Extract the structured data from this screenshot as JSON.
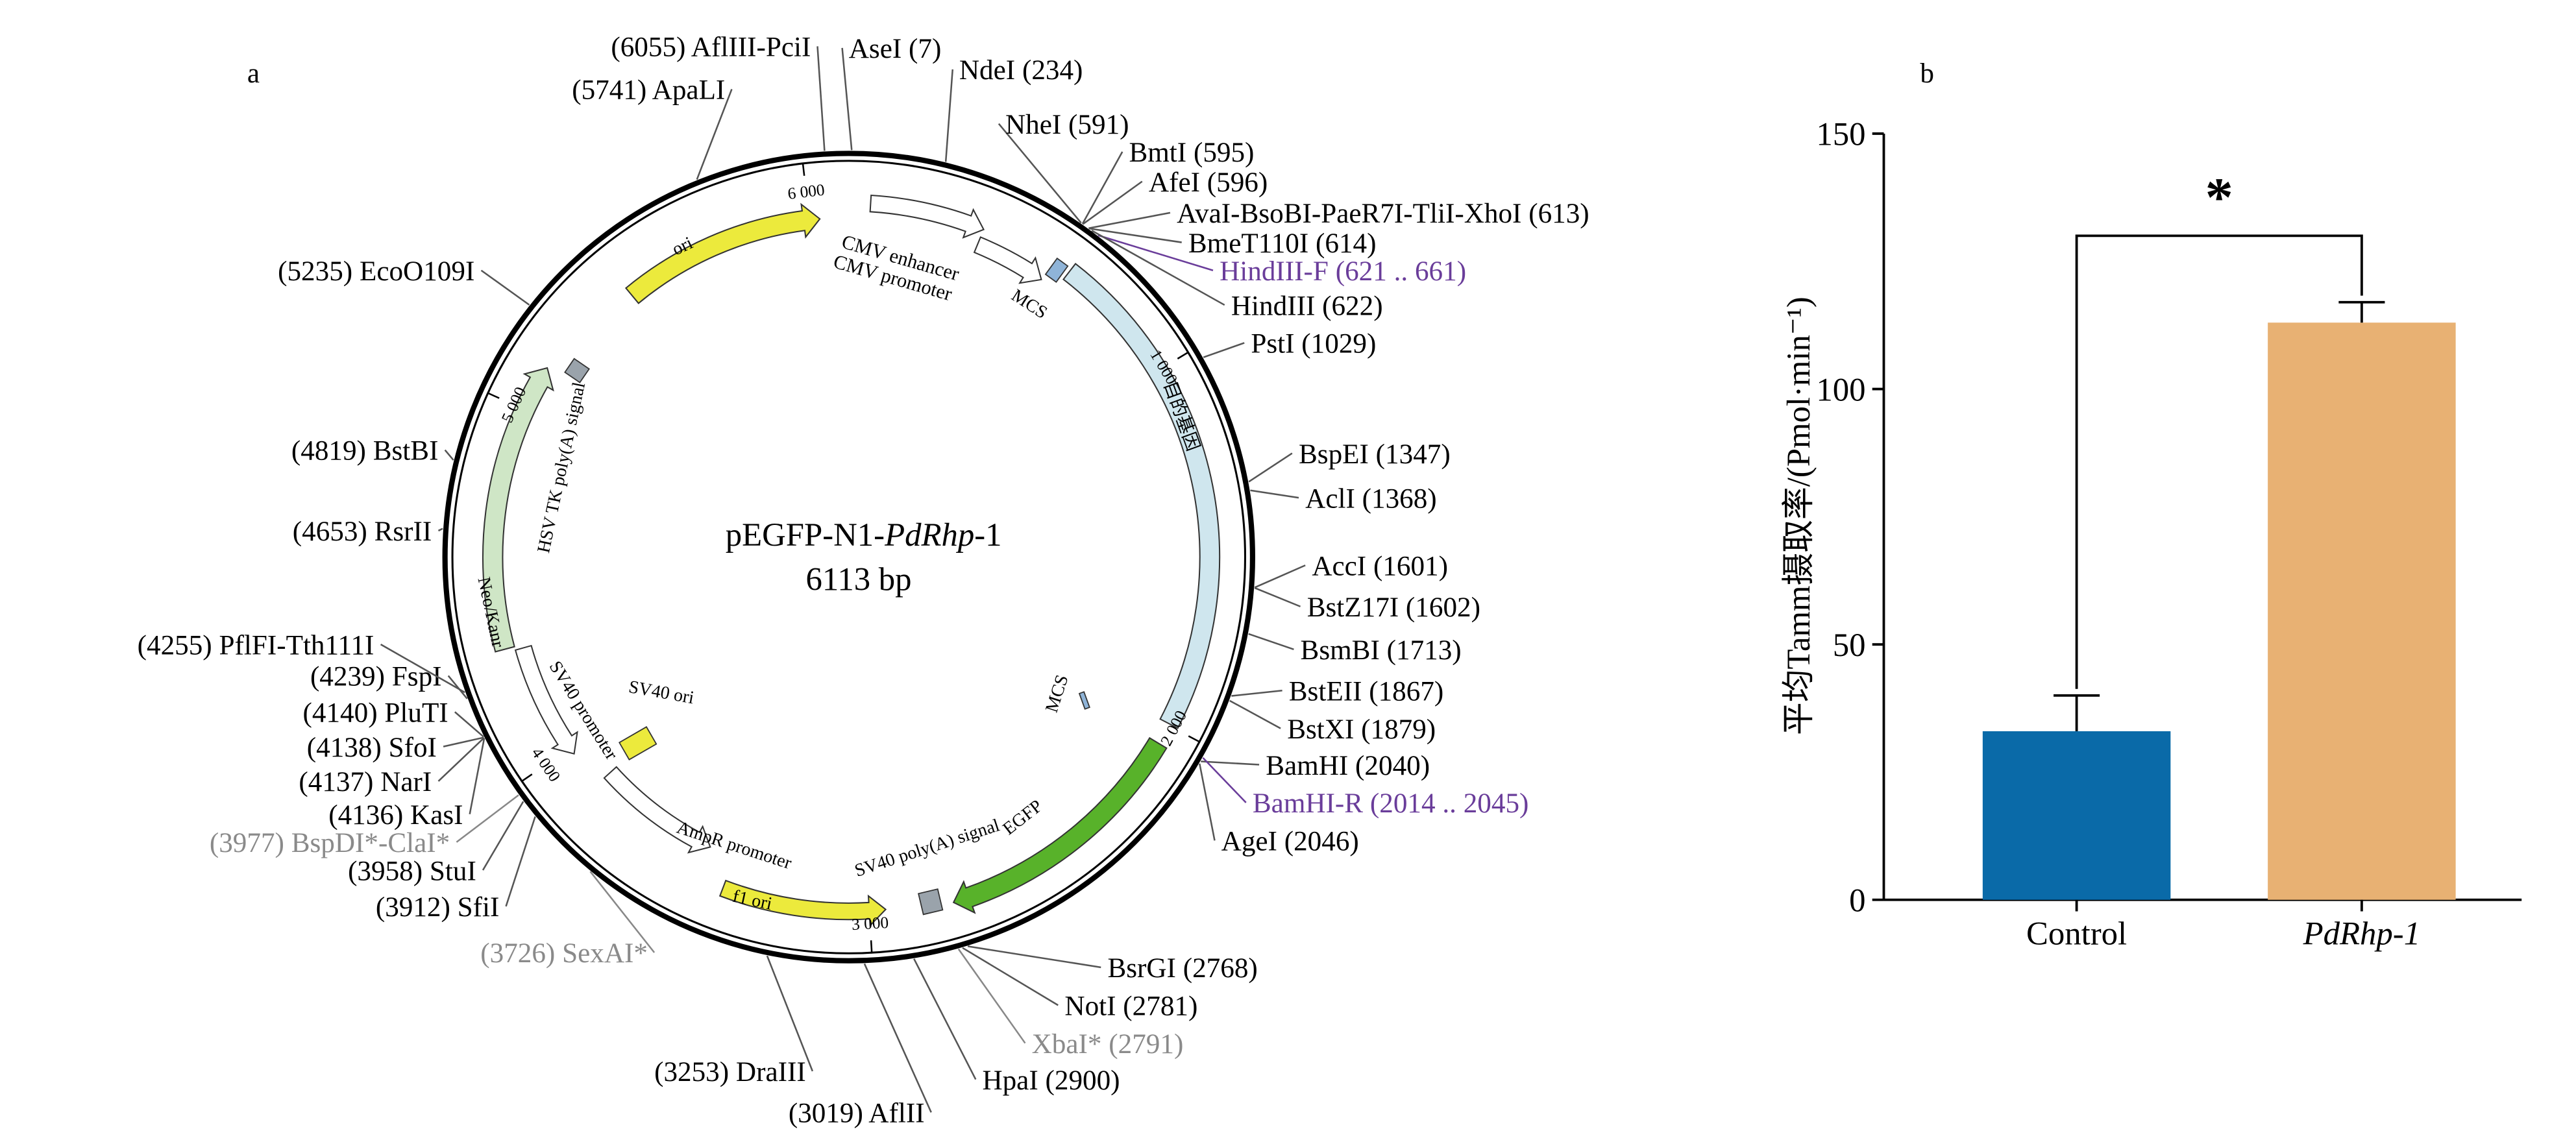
{
  "panel_a": {
    "label": "a",
    "plasmid_name_prefix": "pEGFP-N1-",
    "plasmid_name_gene": "PdRhp",
    "plasmid_name_suffix": "-1",
    "plasmid_size": "6113 bp",
    "total_bp": 6113,
    "sites": [
      {
        "pos": 7,
        "text": "AseI (7)"
      },
      {
        "pos": 234,
        "text": "NdeI (234)"
      },
      {
        "pos": 591,
        "text": "NheI (591)"
      },
      {
        "pos": 595,
        "text": "BmtI (595)"
      },
      {
        "pos": 596,
        "text": "AfeI (596)"
      },
      {
        "pos": 613,
        "text": "AvaI-BsoBI-PaeR7I-TliI-XhoI  (613)"
      },
      {
        "pos": 614,
        "text": "BmeT110I (614)"
      },
      {
        "pos": 641,
        "text": "HindIII-F (621 .. 661)",
        "primer": true
      },
      {
        "pos": 622,
        "text": "HindIII (622)"
      },
      {
        "pos": 1029,
        "text": "PstI (1029)"
      },
      {
        "pos": 1347,
        "text": "BspEI (1347)"
      },
      {
        "pos": 1368,
        "text": "AclI (1368)"
      },
      {
        "pos": 1601,
        "text": "AccI (1601)"
      },
      {
        "pos": 1602,
        "text": "BstZ17I (1602)"
      },
      {
        "pos": 1713,
        "text": "BsmBI (1713)"
      },
      {
        "pos": 1867,
        "text": "BstEII (1867)"
      },
      {
        "pos": 1879,
        "text": "BstXI (1879)"
      },
      {
        "pos": 2040,
        "text": "BamHI (2040)"
      },
      {
        "pos": 2030,
        "text": "BamHI-R (2014 .. 2045)",
        "primer": true
      },
      {
        "pos": 2046,
        "text": "AgeI (2046)"
      },
      {
        "pos": 2768,
        "text": "BsrGI (2768)"
      },
      {
        "pos": 2781,
        "text": "NotI (2781)"
      },
      {
        "pos": 2791,
        "text": "XbaI* (2791)",
        "muted": true
      },
      {
        "pos": 2900,
        "text": "HpaI (2900)"
      },
      {
        "pos": 3019,
        "text": "(3019)  AflII"
      },
      {
        "pos": 3253,
        "text": "(3253)  DraIII"
      },
      {
        "pos": 3726,
        "text": "(3726)  SexAI*",
        "muted": true
      },
      {
        "pos": 3912,
        "text": "(3912)  SfiI"
      },
      {
        "pos": 3958,
        "text": "(3958)  StuI"
      },
      {
        "pos": 3977,
        "text": "(3977)  BspDI*-ClaI*",
        "muted": true
      },
      {
        "pos": 4136,
        "text": "(4136)  KasI"
      },
      {
        "pos": 4137,
        "text": "(4137)  NarI"
      },
      {
        "pos": 4138,
        "text": "(4138)  SfoI"
      },
      {
        "pos": 4140,
        "text": "(4140)  PluTI"
      },
      {
        "pos": 4239,
        "text": "(4239)  FspI"
      },
      {
        "pos": 4255,
        "text": "(4255)  PflFI-Tth111I"
      },
      {
        "pos": 4653,
        "text": "(4653)  RsrII"
      },
      {
        "pos": 4819,
        "text": "(4819)  BstBI"
      },
      {
        "pos": 5235,
        "text": "(5235)  EcoO109I"
      },
      {
        "pos": 5741,
        "text": "(5741)  ApaLI"
      },
      {
        "pos": 6055,
        "text": "(6055)  AflIII-PciI"
      }
    ],
    "features": {
      "cmv_enhancer": "CMV enhancer",
      "cmv_promoter": "CMV promoter",
      "mcs": "MCS",
      "insert": "目的基因",
      "mcs_inner": "MCS",
      "egfp": "EGFP",
      "sv40_polya": "SV40 poly(A) signal",
      "f1_ori": "f1 ori",
      "ampr_promoter": "AmpR promoter",
      "sv40_promoter": "SV40 promoter",
      "sv40_ori": "SV40 ori",
      "neo": "Neo/Kanr",
      "hsv_polya": "HSV TK poly(A) signal",
      "ori": "ori"
    },
    "ticks": [
      "1 000",
      "2 000",
      "3 000",
      "4 000",
      "5 000",
      "6 000"
    ],
    "colors": {
      "primer": "#6a3d9a",
      "muted": "#8a8a8a",
      "ori": "#ecea3c",
      "insert": "#cfe6ee",
      "egfp": "#58b22a",
      "neo": "#cfe6c6",
      "gray_box": "#9aa3ab",
      "mcs_box": "#8fb4d8"
    }
  },
  "panel_b": {
    "label": "b",
    "significance": "*",
    "chart_data": {
      "type": "bar",
      "categories": [
        "Control",
        "PdRhp-1"
      ],
      "values": [
        33,
        113
      ],
      "errors": [
        7,
        4
      ],
      "ylabel": "平均Tamm摄取率/(Pmol·min⁻¹)",
      "ylim": [
        0,
        150
      ],
      "yticks": [
        0,
        50,
        100,
        150
      ],
      "bar_colors": [
        "#0a6aa8",
        "#e8b173"
      ],
      "italic_categories": [
        false,
        true
      ]
    }
  }
}
